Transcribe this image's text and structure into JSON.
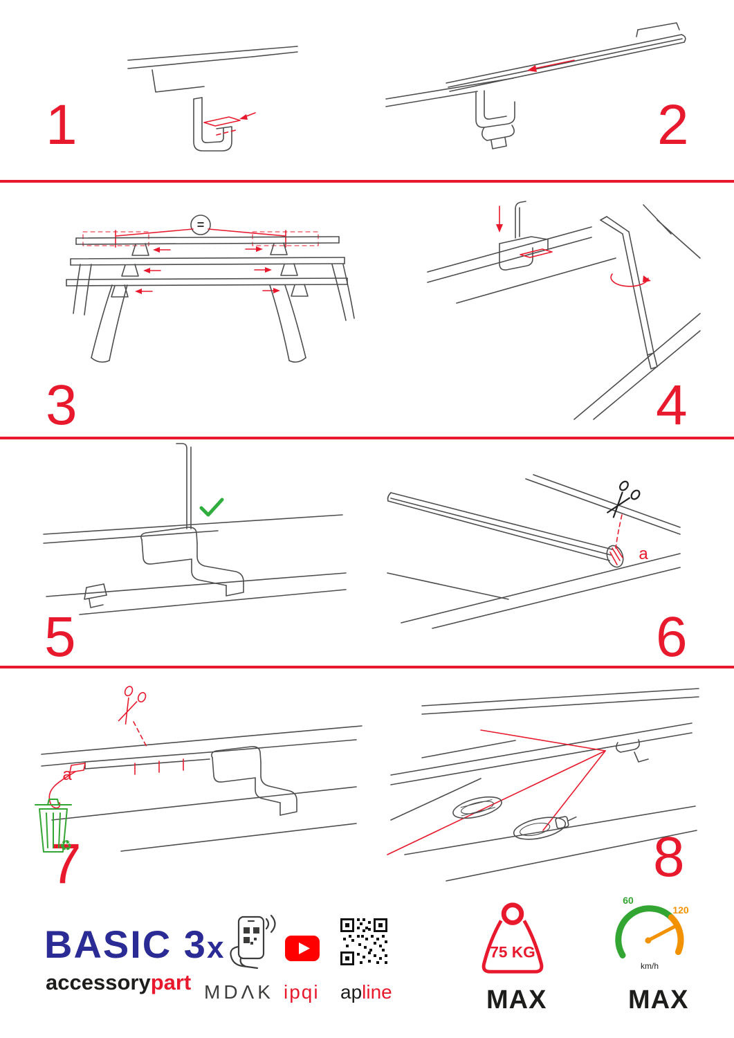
{
  "colors": {
    "accent_red": "#e8192d",
    "drawing_gray": "#4d4d4d",
    "brand_blue": "#2b2b96",
    "green": "#33a532",
    "orange": "#f39200",
    "youtube_red": "#ff0000",
    "text_dark": "#1d1d1b"
  },
  "steps": [
    {
      "number": "1"
    },
    {
      "number": "2"
    },
    {
      "number": "3",
      "equal_label": "="
    },
    {
      "number": "4"
    },
    {
      "number": "5"
    },
    {
      "number": "6",
      "cut_label": "a"
    },
    {
      "number": "7",
      "cut_label": "a"
    },
    {
      "number": "8"
    }
  ],
  "icons": {
    "recycle": "♻"
  },
  "footer": {
    "product_name": "BASIC 3",
    "product_suffix": "x",
    "brand_black": "accessory",
    "brand_red": "part",
    "logo_mdak": "MDΛK",
    "logo_ipqi": "ipqi",
    "logo_apline_black": "ap",
    "logo_apline_red": "line",
    "weight": {
      "value": "75 KG",
      "max_label": "MAX"
    },
    "speed": {
      "low": "60",
      "high": "120",
      "unit": "km/h",
      "max_label": "MAX"
    }
  }
}
